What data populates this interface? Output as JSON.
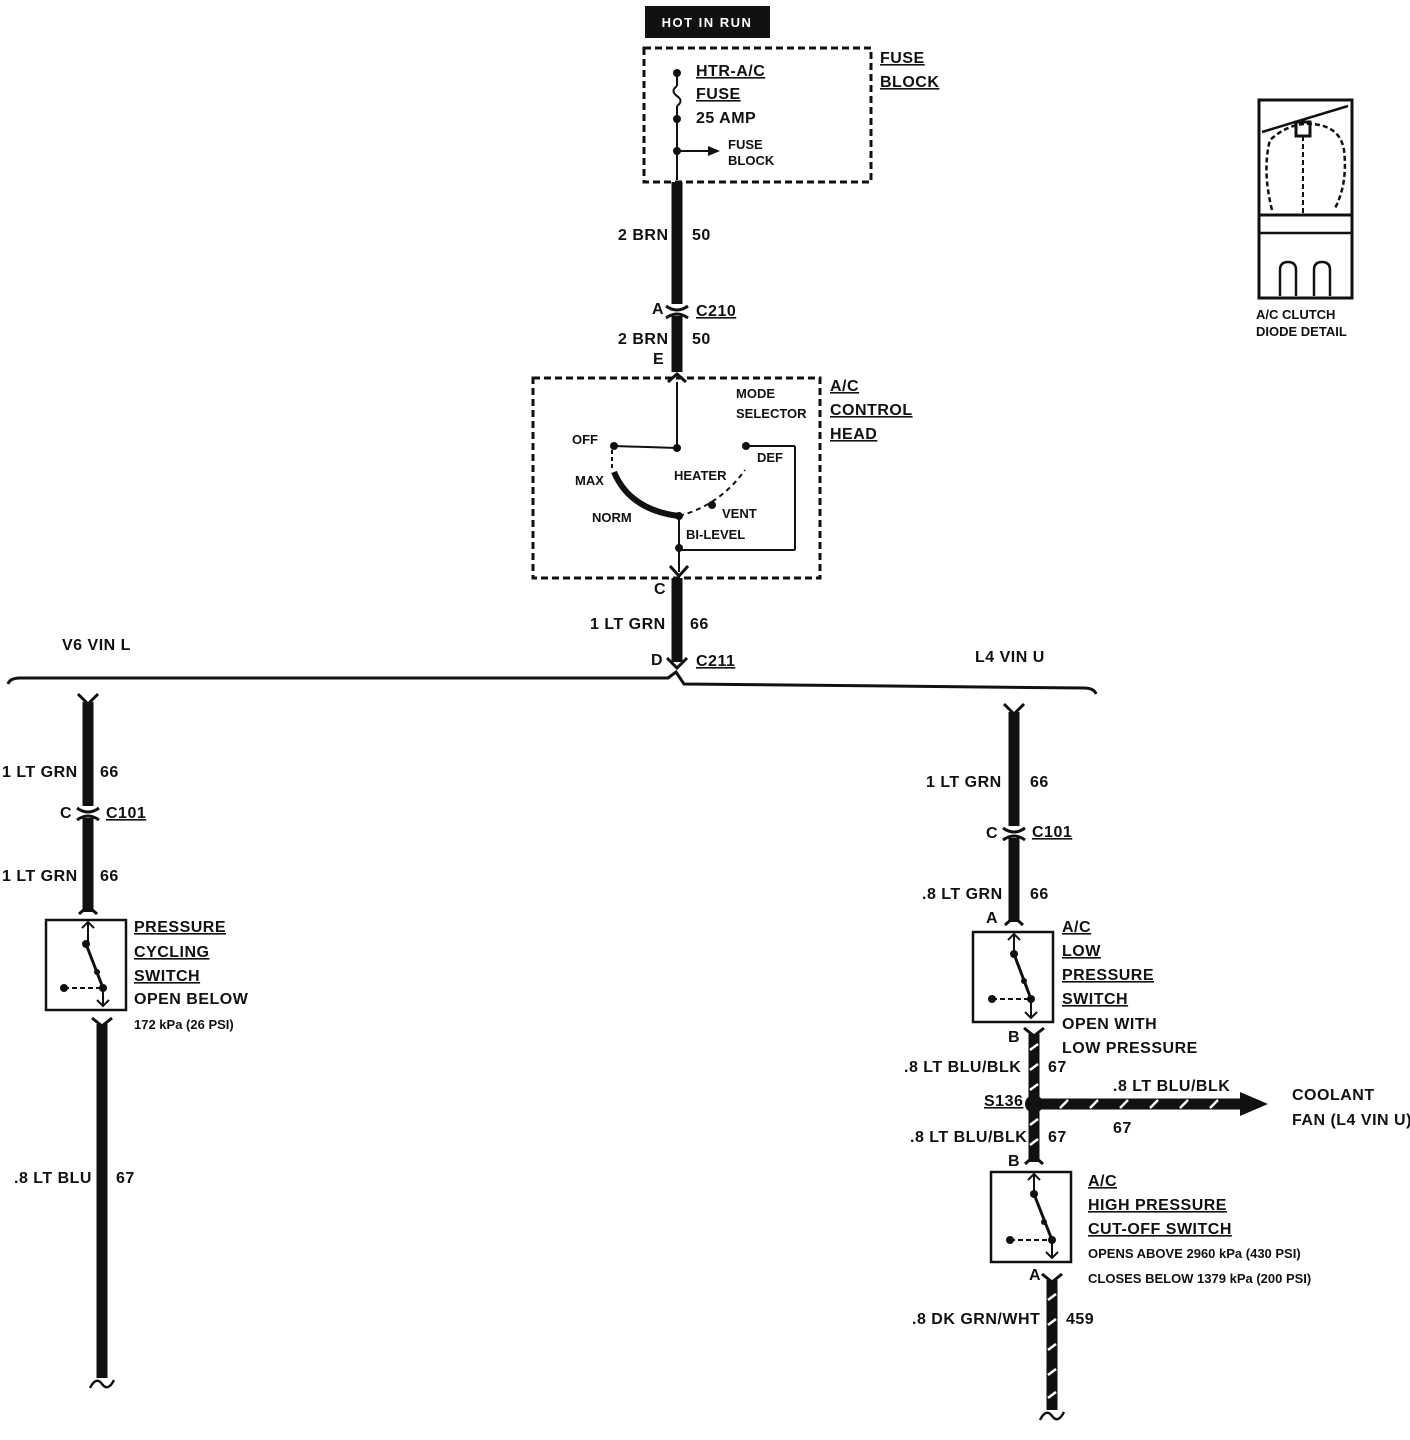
{
  "top": {
    "hot_label": "HOT IN RUN",
    "fuse_block_title": [
      "FUSE",
      "BLOCK"
    ],
    "fuse_name": [
      "HTR-A/C",
      "FUSE"
    ],
    "fuse_rating": "25 AMP",
    "fuse_feed": [
      "FUSE",
      "BLOCK"
    ]
  },
  "feed": {
    "wire1_gauge": "2 BRN",
    "wire1_circuit": "50",
    "c210_pin": "A",
    "c210_name": "C210",
    "wire2_gauge": "2 BRN",
    "wire2_circuit": "50",
    "head_in_pin": "E"
  },
  "control_head": {
    "title": [
      "A/C",
      "CONTROL",
      "HEAD"
    ],
    "selector": [
      "MODE",
      "SELECTOR"
    ],
    "positions": {
      "off": "OFF",
      "max": "MAX",
      "norm": "NORM",
      "heater": "HEATER",
      "def": "DEF",
      "vent": "VENT",
      "bilevel": "BI-LEVEL"
    },
    "out_pin": "C"
  },
  "output": {
    "wire_gauge": "1 LT GRN",
    "wire_circuit": "66",
    "c211_pin": "D",
    "c211_name": "C211"
  },
  "v6": {
    "title": "V6 VIN L",
    "wire1_gauge": "1 LT GRN",
    "wire1_circuit": "66",
    "c101_pin": "C",
    "c101_name": "C101",
    "wire2_gauge": "1 LT GRN",
    "wire2_circuit": "66",
    "switch_title": [
      "PRESSURE",
      "CYCLING",
      "SWITCH"
    ],
    "switch_note": [
      "OPEN BELOW",
      "172 kPa (26 PSI)"
    ],
    "wire3_gauge": ".8 LT BLU",
    "wire3_circuit": "67"
  },
  "l4": {
    "title": "L4 VIN U",
    "wire1_gauge": "1 LT GRN",
    "wire1_circuit": "66",
    "c101_pin": "C",
    "c101_name": "C101",
    "wire2_gauge": ".8 LT GRN",
    "wire2_circuit": "66",
    "low_in_pin": "A",
    "low_switch_title": [
      "A/C",
      "LOW",
      "PRESSURE",
      "SWITCH"
    ],
    "low_switch_note": [
      "OPEN WITH",
      "LOW PRESSURE"
    ],
    "low_out_pin": "B",
    "wire3_gauge": ".8 LT BLU/BLK",
    "wire3_circuit": "67",
    "splice": "S136",
    "branch_gauge": ".8 LT BLU/BLK",
    "branch_circuit": "67",
    "branch_dest": [
      "COOLANT",
      "FAN (L4 VIN U)"
    ],
    "wire4_gauge": ".8 LT BLU/BLK",
    "wire4_circuit": "67",
    "high_in_pin": "B",
    "high_switch_title": [
      "A/C",
      "HIGH PRESSURE",
      "CUT-OFF SWITCH"
    ],
    "high_switch_note": [
      "OPENS ABOVE 2960 kPa (430 PSI)",
      "CLOSES BELOW 1379 kPa (200 PSI)"
    ],
    "high_out_pin": "A",
    "wire5_gauge": ".8 DK GRN/WHT",
    "wire5_circuit": "459"
  },
  "diode_detail": {
    "caption": [
      "A/C CLUTCH",
      "DIODE DETAIL"
    ]
  }
}
